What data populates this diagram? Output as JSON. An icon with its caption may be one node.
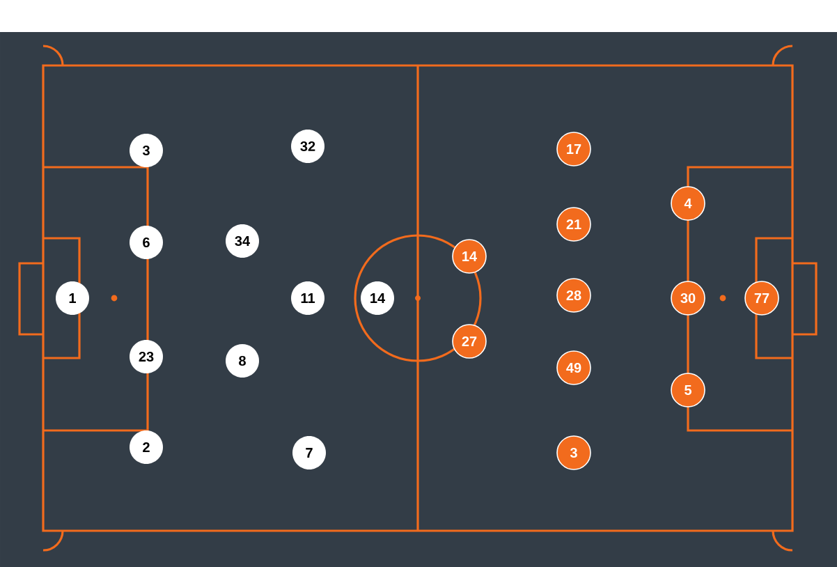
{
  "diagram": {
    "nodes": [
      {
        "text": [
          "1"
        ]
      },
      {
        "text": [
          "3"
        ]
      },
      {
        "text": [
          "6"
        ]
      },
      {
        "text": [
          "23"
        ]
      },
      {
        "text": [
          "2"
        ]
      },
      {
        "text": [
          "34"
        ]
      },
      {
        "text": [
          "8"
        ]
      },
      {
        "text": [
          "32"
        ]
      },
      {
        "text": [
          "11"
        ]
      },
      {
        "text": [
          "7"
        ]
      },
      {
        "text": [
          "14"
        ]
      },
      {
        "text": [
          "14"
        ]
      },
      {
        "text": [
          "27"
        ]
      },
      {
        "text": [
          "17"
        ]
      },
      {
        "text": [
          "21"
        ]
      },
      {
        "text": [
          "28"
        ]
      },
      {
        "text": [
          "49"
        ]
      },
      {
        "text": [
          "3"
        ]
      },
      {
        "text": [
          "4"
        ]
      },
      {
        "text": [
          "30"
        ]
      },
      {
        "text": [
          "5"
        ]
      },
      {
        "text": [
          "77"
        ]
      }
    ]
  }
}
